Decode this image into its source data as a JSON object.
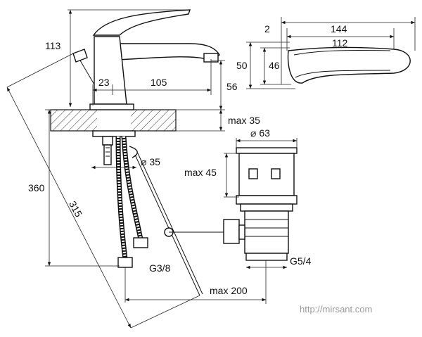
{
  "dimensions": {
    "d113": "113",
    "d23": "23",
    "d105": "105",
    "d56": "56",
    "max35": "max 35",
    "dia35": "⌀ 35",
    "d360": "360",
    "d315": "315",
    "g38": "G3/8",
    "max200": "max 200",
    "dia63": "⌀ 63",
    "max45": "max 45",
    "g54": "G5/4",
    "d2": "2",
    "d144": "144",
    "d112": "112",
    "d50": "50",
    "d46": "46"
  },
  "watermark": "http://mirsant.com"
}
